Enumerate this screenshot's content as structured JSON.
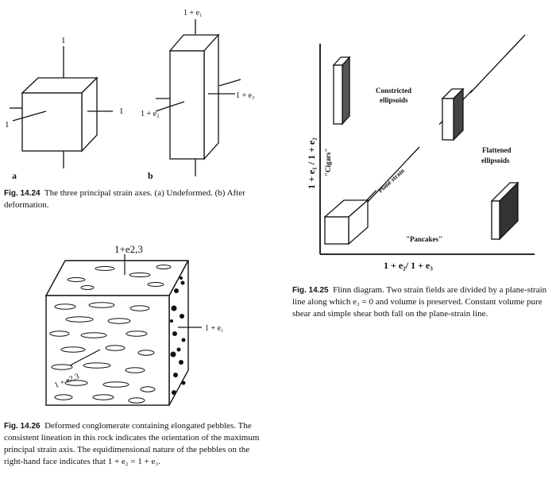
{
  "fig_14_24": {
    "label_a": "a",
    "label_b": "b",
    "axis_one_top": "1",
    "axis_one_left": "1",
    "axis_one_right": "1",
    "axis_e1": "1 + e₁",
    "axis_e2": "1 + e₂",
    "axis_e3": "1 + e₃",
    "caption_number": "Fig. 14.24",
    "caption_text": "The three principal strain axes. (a) Undeformed. (b) After deformation."
  },
  "fig_14_25": {
    "y_axis_label": "1 + e₁ / 1 + e₂",
    "x_axis_label": "1 + e₂/ 1 + e₃",
    "cigars_label": "\"Cigars\"",
    "constricted_label_1": "Constricted",
    "constricted_label_2": "ellipsoids",
    "flattened_label_1": "Flattened",
    "flattened_label_2": "ellipsoids",
    "plane_strain_label": "Plane strain",
    "pancakes_label": "\"Pancakes\"",
    "caption_number": "Fig. 14.25",
    "caption_text": "Flinn diagram. Two strain fields are divided by a plane-strain line along which e₂ = 0 and volume is preserved. Constant volume pure shear and simple shear both fall on the plane-strain line."
  },
  "fig_14_26": {
    "top_label": "1+e2,3",
    "right_label": "1 + e₁",
    "front_label": "1 + e2,3",
    "caption_number": "Fig. 14.26",
    "caption_text": "Deformed conglomerate containing elongated pebbles. The consistent lineation in this rock indicates the orientation of the maximum principal strain axis. The equidimensional nature of the pebbles on the right-hand face indicates that 1 + e₂ = 1 + e₃."
  }
}
